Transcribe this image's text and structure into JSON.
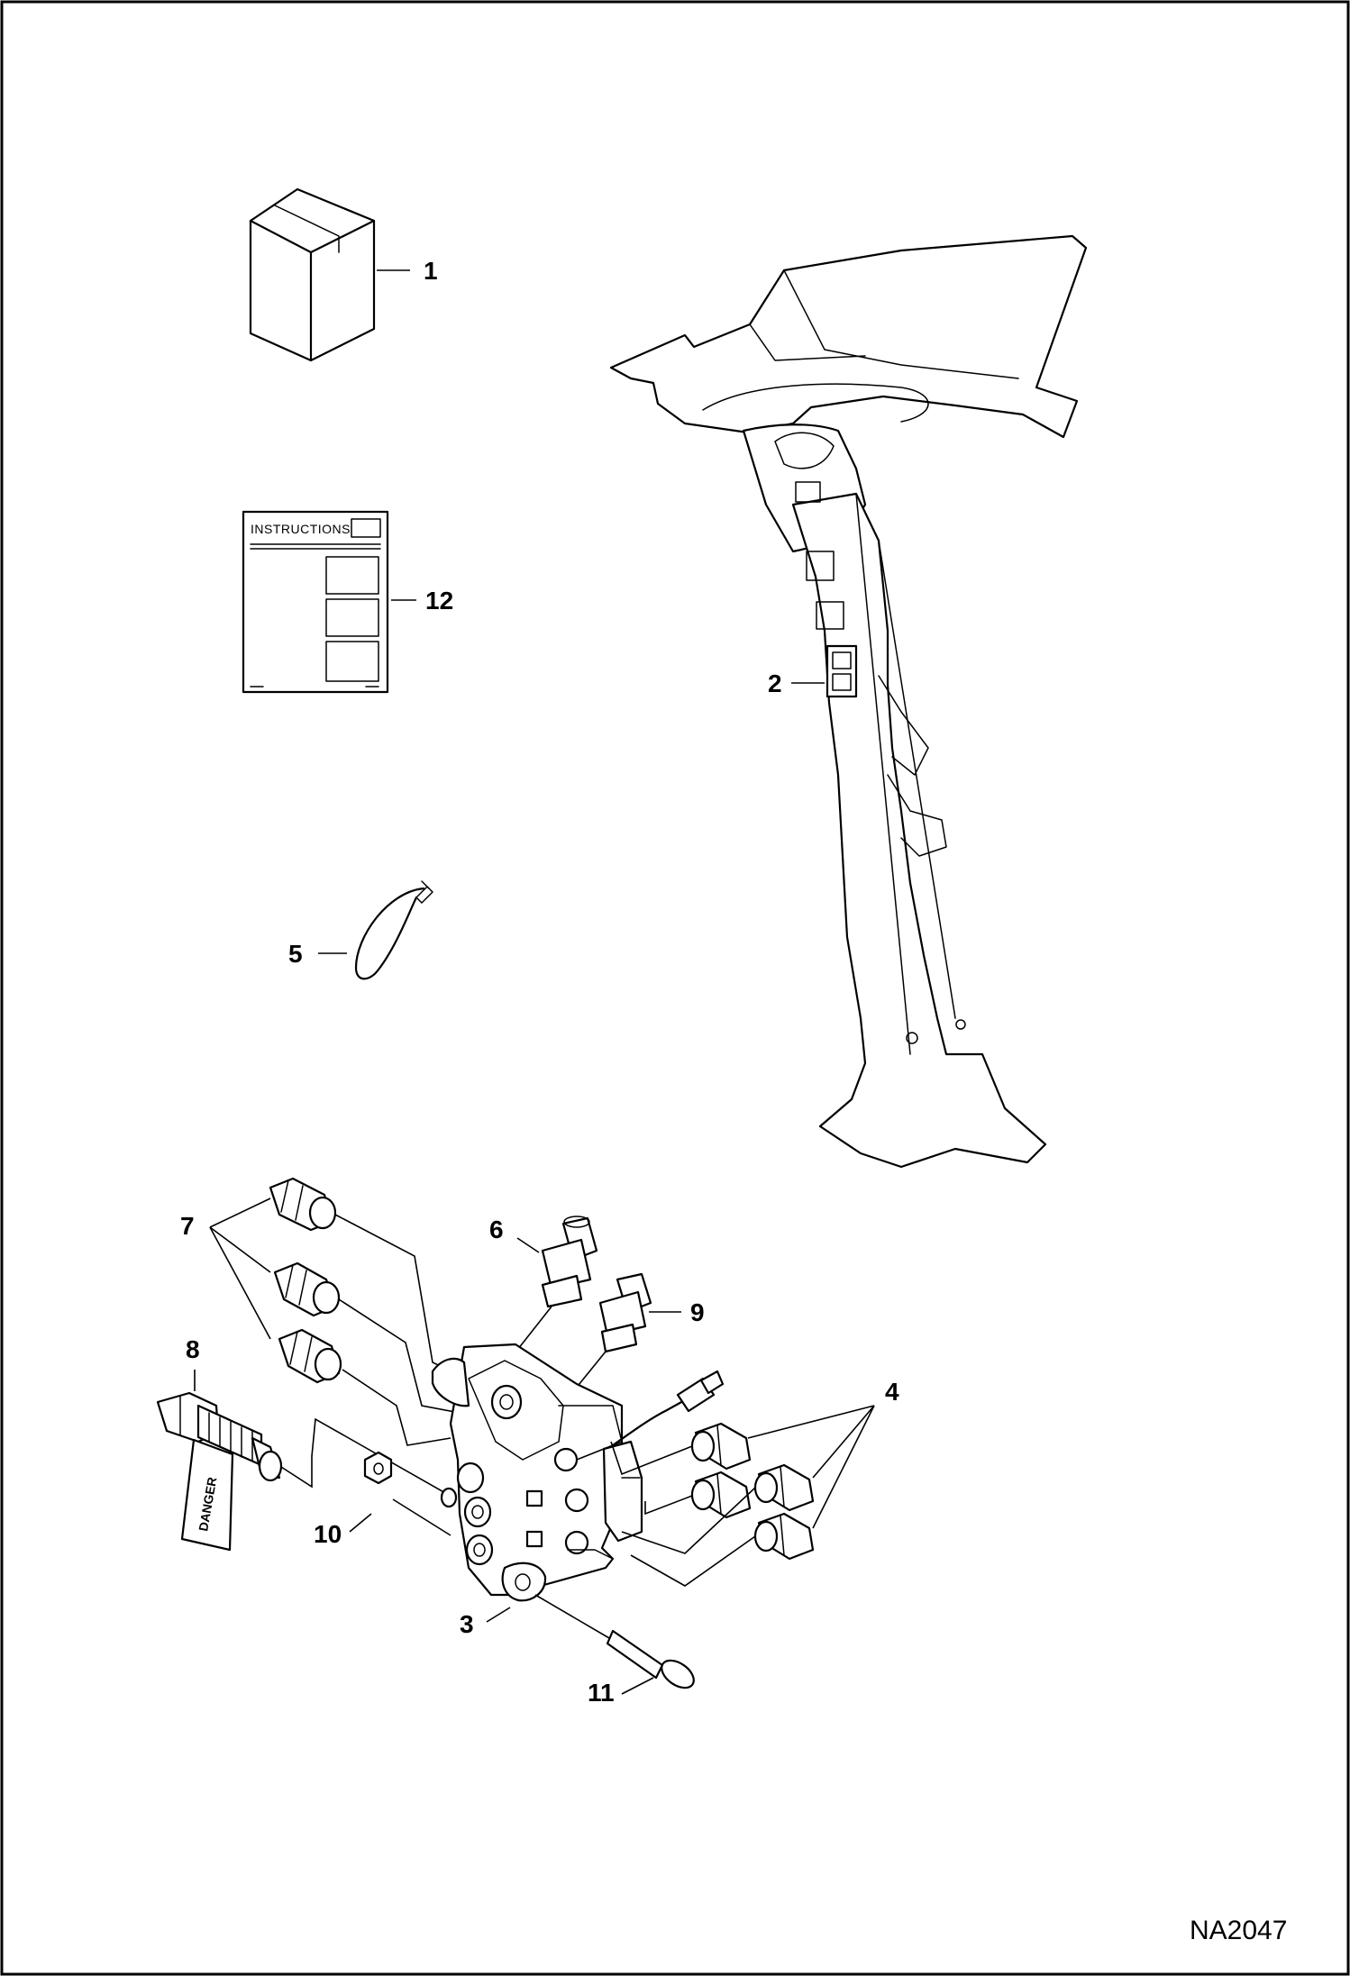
{
  "callouts": {
    "c1": "1",
    "c2": "2",
    "c3": "3",
    "c4": "4",
    "c5": "5",
    "c6": "6",
    "c7": "7",
    "c8": "8",
    "c9": "9",
    "c10": "10",
    "c11": "11",
    "c12": "12"
  },
  "instructions_title": "INSTRUCTIONS",
  "tag_text": "DANGER",
  "drawing_id": "NA2047"
}
